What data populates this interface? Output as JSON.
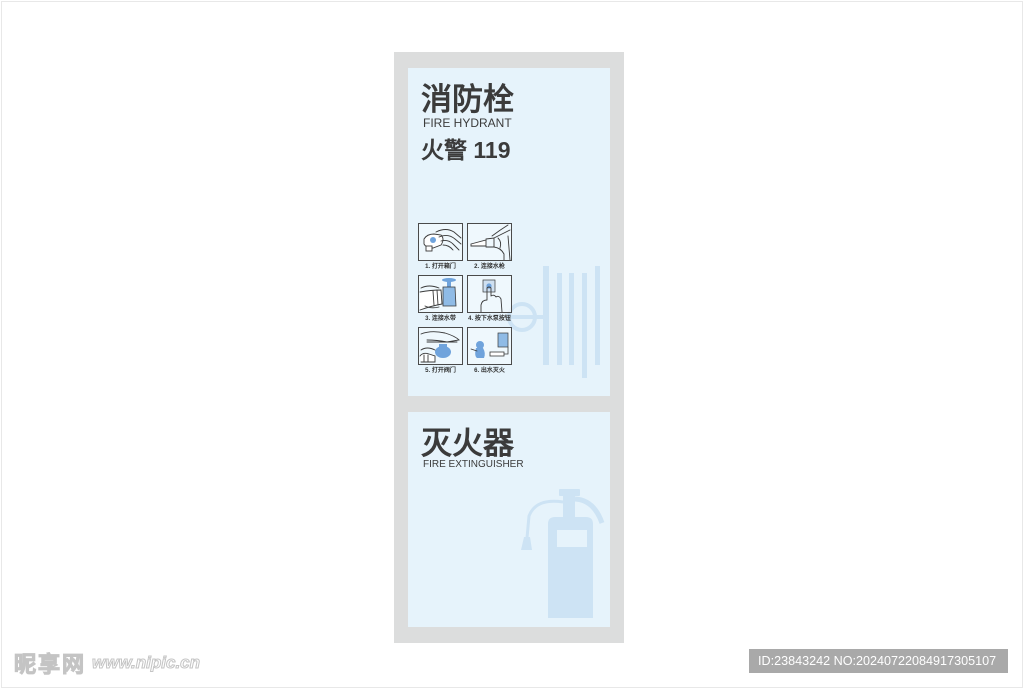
{
  "colors": {
    "frame": "#dcdddd",
    "panel": "#e6f3fb",
    "graphic": "#cde3f4",
    "text": "#3b3b3b",
    "icon_blue": "#6fa3dc",
    "id_bar": "#a9a9a9"
  },
  "hydrant": {
    "title_cn": "消防栓",
    "title_en": "FIRE HYDRANT",
    "alarm": "火警 119",
    "steps": [
      {
        "label": "1. 打开箱门",
        "icon": "open-cabinet-icon"
      },
      {
        "label": "2. 连接水枪",
        "icon": "connect-nozzle-icon"
      },
      {
        "label": "3. 连接水带",
        "icon": "connect-hose-icon"
      },
      {
        "label": "4. 按下水泵按钮",
        "icon": "press-pump-button-icon"
      },
      {
        "label": "5. 打开阀门",
        "icon": "open-valve-icon"
      },
      {
        "label": "6. 出水灭火",
        "icon": "spray-water-icon"
      }
    ],
    "background_graphic": "hose-reel-icon"
  },
  "extinguisher": {
    "title_cn": "灭火器",
    "title_en": "FIRE EXTINGUISHER",
    "background_graphic": "fire-extinguisher-icon"
  },
  "watermark": {
    "logo": "昵享网",
    "url": "www.nipic.cn"
  },
  "id_bar": {
    "text": "ID:23843242 NO:20240722084917305107"
  }
}
